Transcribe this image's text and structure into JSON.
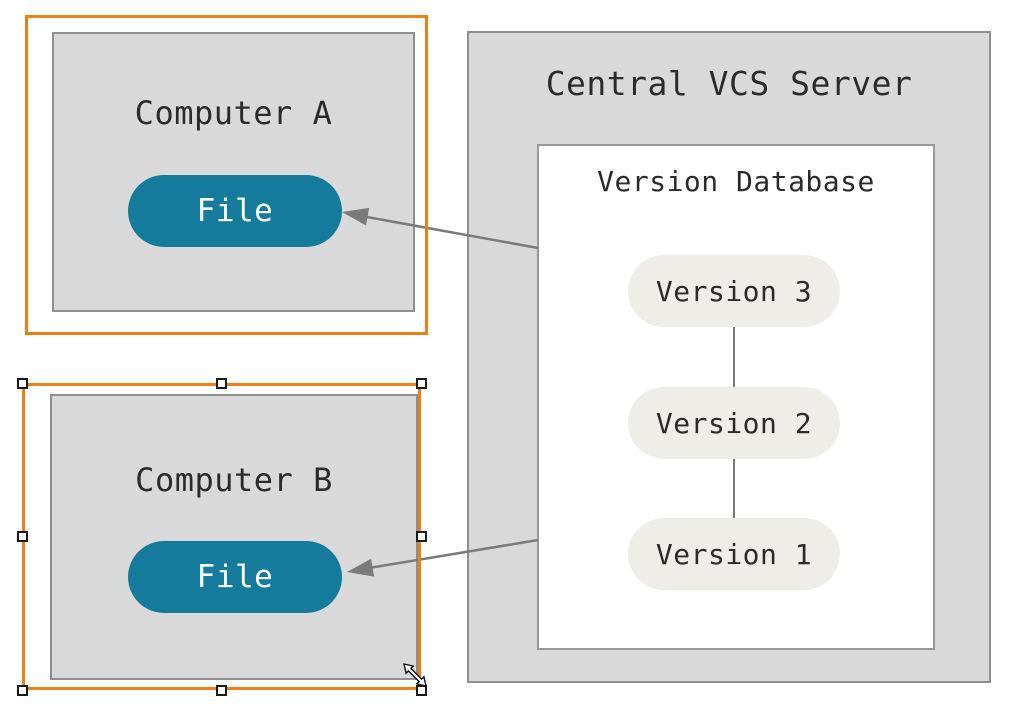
{
  "diagram": {
    "computer_a": {
      "title": "Computer A",
      "file_label": "File"
    },
    "computer_b": {
      "title": "Computer B",
      "file_label": "File",
      "selected": true,
      "selection_handle_count": 8
    },
    "server": {
      "title": "Central VCS Server",
      "database": {
        "title": "Version Database",
        "versions": [
          "Version 3",
          "Version 2",
          "Version 1"
        ]
      }
    },
    "cursor": "diagonal-resize",
    "colors": {
      "selection_orange": "#ee7f16",
      "file_teal": "#147b9d",
      "box_gray": "#d9d9d9",
      "box_border_gray": "#8f8f8f",
      "version_pill_gray": "#eeede8",
      "connector_gray": "#7a7a7a",
      "text_dark": "#2b2b2b",
      "canvas_white": "#ffffff"
    }
  }
}
